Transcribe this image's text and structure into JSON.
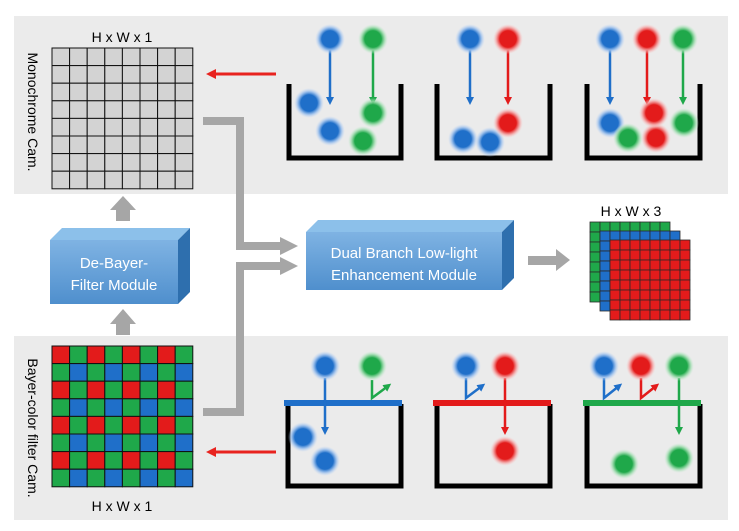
{
  "labels": {
    "mono_top_dims": "H x W x 1",
    "mono_side": "Monochrome Cam.",
    "bayer_side": "Bayer-color filter Cam.",
    "bayer_bottom_dims": "H x W x 1",
    "output_dims": "H x W x 3",
    "debayer_line1": "De-Bayer-",
    "debayer_line2": "Filter Module",
    "dual_line1": "Dual Branch Low-light",
    "dual_line2": "Enhancement Module"
  },
  "colors": {
    "panel_bg": "#ebebeb",
    "mono_cell": "#d3d3d3",
    "blue": "#1f6fc9",
    "red": "#e31b1b",
    "green": "#1fa84a",
    "arrow_red": "#e8231f",
    "arrow_gray": "#a6a6a6",
    "module_fill": "#5b9bd5",
    "module_dark": "#2e6fae"
  },
  "icons": {
    "mono_grid": "monochrome-sensor-grid",
    "bayer_grid": "bayer-sensor-grid",
    "photon": "photon-dot",
    "photosite": "photosite-well",
    "filter": "color-filter-bar"
  }
}
